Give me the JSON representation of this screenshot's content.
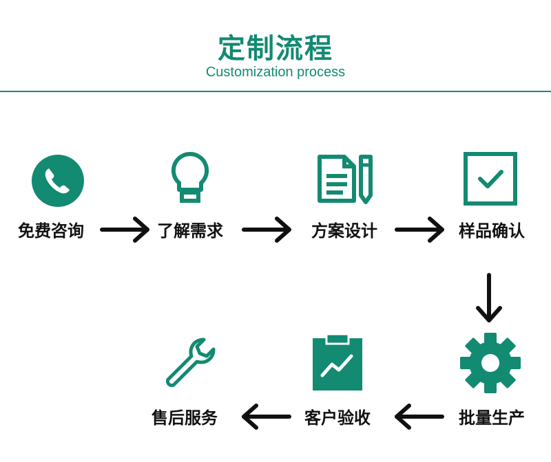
{
  "header": {
    "title": "定制流程",
    "subtitle": "Customization process"
  },
  "colors": {
    "accent": "#138a72",
    "text": "#111111",
    "arrow": "#111111"
  },
  "steps": [
    {
      "label": "免费咨询",
      "icon": "phone-icon"
    },
    {
      "label": "了解需求",
      "icon": "lightbulb-icon"
    },
    {
      "label": "方案设计",
      "icon": "document-pen-icon"
    },
    {
      "label": "样品确认",
      "icon": "checkbox-icon"
    },
    {
      "label": "批量生产",
      "icon": "gear-icon"
    },
    {
      "label": "客户验收",
      "icon": "clipboard-chart-icon"
    },
    {
      "label": "售后服务",
      "icon": "wrench-icon"
    }
  ]
}
